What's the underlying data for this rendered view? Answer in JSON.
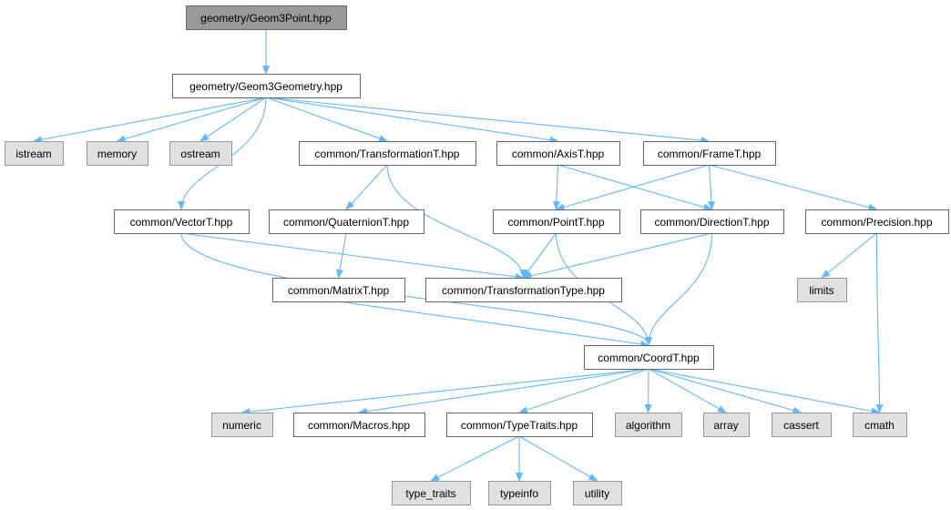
{
  "colors": {
    "edge": "#63b8ff",
    "root_fill": "#999999",
    "root_border": "#666666",
    "project_fill": "#ffffff",
    "project_border": "#666666",
    "system_fill": "#e0e0e0",
    "system_border": "#999999"
  },
  "nodes": {
    "n_geom3point": {
      "label": "geometry/Geom3Point.hpp",
      "kind": "root"
    },
    "n_geom3geometry": {
      "label": "geometry/Geom3Geometry.hpp",
      "kind": "project"
    },
    "n_istream": {
      "label": "istream",
      "kind": "system"
    },
    "n_memory": {
      "label": "memory",
      "kind": "system"
    },
    "n_ostream": {
      "label": "ostream",
      "kind": "system"
    },
    "n_transformationT": {
      "label": "common/TransformationT.hpp",
      "kind": "project"
    },
    "n_axisT": {
      "label": "common/AxisT.hpp",
      "kind": "project"
    },
    "n_frameT": {
      "label": "common/FrameT.hpp",
      "kind": "project"
    },
    "n_vectorT": {
      "label": "common/VectorT.hpp",
      "kind": "project"
    },
    "n_quaternionT": {
      "label": "common/QuaternionT.hpp",
      "kind": "project"
    },
    "n_pointT": {
      "label": "common/PointT.hpp",
      "kind": "project"
    },
    "n_directionT": {
      "label": "common/DirectionT.hpp",
      "kind": "project"
    },
    "n_precision": {
      "label": "common/Precision.hpp",
      "kind": "project"
    },
    "n_matrixT": {
      "label": "common/MatrixT.hpp",
      "kind": "project"
    },
    "n_transformationType": {
      "label": "common/TransformationType.hpp",
      "kind": "project"
    },
    "n_limits": {
      "label": "limits",
      "kind": "system"
    },
    "n_coordT": {
      "label": "common/CoordT.hpp",
      "kind": "project"
    },
    "n_numeric": {
      "label": "numeric",
      "kind": "system"
    },
    "n_macros": {
      "label": "common/Macros.hpp",
      "kind": "project"
    },
    "n_typeTraits": {
      "label": "common/TypeTraits.hpp",
      "kind": "project"
    },
    "n_algorithm": {
      "label": "algorithm",
      "kind": "system"
    },
    "n_array": {
      "label": "array",
      "kind": "system"
    },
    "n_cassert": {
      "label": "cassert",
      "kind": "system"
    },
    "n_cmath": {
      "label": "cmath",
      "kind": "system"
    },
    "n_type_traits": {
      "label": "type_traits",
      "kind": "system"
    },
    "n_typeinfo": {
      "label": "typeinfo",
      "kind": "system"
    },
    "n_utility": {
      "label": "utility",
      "kind": "system"
    }
  },
  "edges": [
    [
      "n_geom3point",
      "n_geom3geometry"
    ],
    [
      "n_geom3geometry",
      "n_istream"
    ],
    [
      "n_geom3geometry",
      "n_memory"
    ],
    [
      "n_geom3geometry",
      "n_ostream"
    ],
    [
      "n_geom3geometry",
      "n_vectorT"
    ],
    [
      "n_geom3geometry",
      "n_transformationT"
    ],
    [
      "n_geom3geometry",
      "n_axisT"
    ],
    [
      "n_geom3geometry",
      "n_frameT"
    ],
    [
      "n_transformationT",
      "n_quaternionT"
    ],
    [
      "n_transformationT",
      "n_transformationType"
    ],
    [
      "n_axisT",
      "n_pointT"
    ],
    [
      "n_axisT",
      "n_directionT"
    ],
    [
      "n_frameT",
      "n_pointT"
    ],
    [
      "n_frameT",
      "n_directionT"
    ],
    [
      "n_frameT",
      "n_precision"
    ],
    [
      "n_vectorT",
      "n_transformationType"
    ],
    [
      "n_vectorT",
      "n_coordT"
    ],
    [
      "n_quaternionT",
      "n_matrixT"
    ],
    [
      "n_pointT",
      "n_transformationType"
    ],
    [
      "n_pointT",
      "n_coordT"
    ],
    [
      "n_directionT",
      "n_transformationType"
    ],
    [
      "n_directionT",
      "n_coordT"
    ],
    [
      "n_precision",
      "n_limits"
    ],
    [
      "n_precision",
      "n_cmath"
    ],
    [
      "n_matrixT",
      "n_coordT"
    ],
    [
      "n_coordT",
      "n_numeric"
    ],
    [
      "n_coordT",
      "n_macros"
    ],
    [
      "n_coordT",
      "n_typeTraits"
    ],
    [
      "n_coordT",
      "n_algorithm"
    ],
    [
      "n_coordT",
      "n_array"
    ],
    [
      "n_coordT",
      "n_cassert"
    ],
    [
      "n_coordT",
      "n_cmath"
    ],
    [
      "n_typeTraits",
      "n_type_traits"
    ],
    [
      "n_typeTraits",
      "n_typeinfo"
    ],
    [
      "n_typeTraits",
      "n_utility"
    ]
  ]
}
